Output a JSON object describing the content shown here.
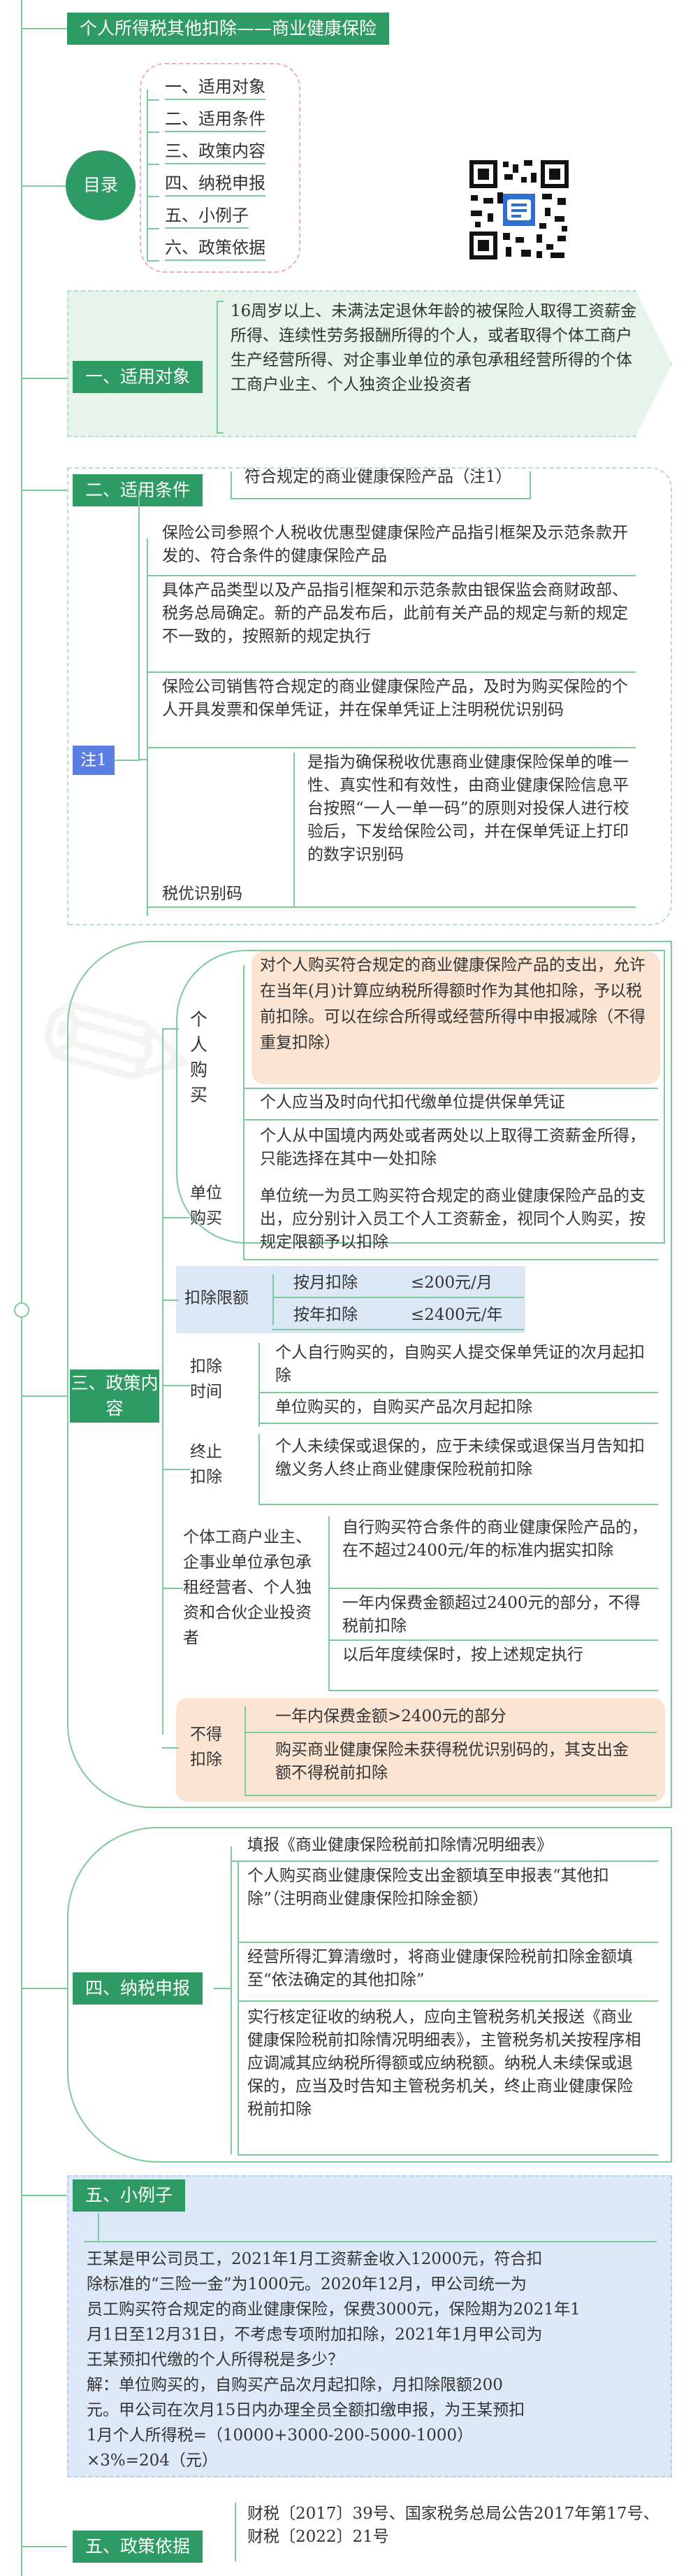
{
  "title": "个人所得税其他扣除——商业健康保险",
  "toc": {
    "label": "目录",
    "items": [
      "一、适用对象",
      "二、适用条件",
      "三、政策内容",
      "四、纳税申报",
      "五、小例子",
      "六、政策依据"
    ]
  },
  "s1": {
    "label": "一、适用对象",
    "text": "16周岁以上、未满法定退休年龄的被保险人取得工资薪金所得、连续性劳务报酬所得的个人，或者取得个体工商户生产经营所得、对企事业单位的承包承租经营所得的个体工商户业主、个人独资企业投资者"
  },
  "s2": {
    "label": "二、适用条件",
    "top": "符合规定的商业健康保险产品（注1）",
    "note_label": "注1",
    "n1": "保险公司参照个人税收优惠型健康保险产品指引框架及示范条款开发的、符合条件的健康保险产品",
    "n2": "具体产品类型以及产品指引框架和示范条款由银保监会商财政部、税务总局确定。新的产品发布后，此前有关产品的规定与新的规定不一致的，按照新的规定执行",
    "n3": "保险公司销售符合规定的商业健康保险产品，及时为购买保险的个人开具发票和保单凭证，并在保单凭证上注明税优识别码",
    "code_label": "税优识别码",
    "code_text": "是指为确保税收优惠商业健康保险保单的唯一性、真实性和有效性，由商业健康保险信息平台按照“一人一单一码”的原则对投保人进行校验后，下发给保险公司，并在保单凭证上打印的数字识别码"
  },
  "s3": {
    "label": "三、政策内容",
    "personal_label": "个人购买",
    "p1": "对个人购买符合规定的商业健康保险产品的支出，允许在当年(月)计算应纳税所得额时作为其他扣除，予以税前扣除。可以在综合所得或经营所得中申报减除（不得重复扣除）",
    "p2": "个人应当及时向代扣代缴单位提供保单凭证",
    "p3": "个人从中国境内两处或者两处以上取得工资薪金所得，只能选择在其中一处扣除",
    "unit_label": "单位购买",
    "u1": "单位统一为员工购买符合规定的商业健康保险产品的支出，应分别计入员工个人工资薪金，视同个人购买，按规定限额予以扣除",
    "limit_label": "扣除限额",
    "lim1_a": "按月扣除",
    "lim1_b": "≤200元/月",
    "lim2_a": "按年扣除",
    "lim2_b": "≤2400元/年",
    "time_label": "扣除时间",
    "t1": "个人自行购买的，自购买人提交保单凭证的次月起扣除",
    "t2": "单位购买的，自购买产品次月起扣除",
    "stop_label": "终止扣除",
    "s_text": "个人未续保或退保的，应于未续保或退保当月告知扣缴义务人终止商业健康保险税前扣除",
    "biz_label": "个体工商户业主、企事业单位承包承租经营者、个人独资和合伙企业投资者",
    "b1": "自行购买符合条件的商业健康保险产品的，在不超过2400元/年的标准内据实扣除",
    "b2": "一年内保费金额超过2400元的部分，不得税前扣除",
    "b3": "以后年度续保时，按上述规定执行",
    "nd_label": "不得扣除",
    "nd1": "一年内保费金额>2400元的部分",
    "nd2": "购买商业健康保险未获得税优识别码的，其支出金额不得税前扣除"
  },
  "s4": {
    "label": "四、纳税申报",
    "top": "填报《商业健康保险税前扣除情况明细表》",
    "a": "个人购买商业健康保险支出金额填至申报表“其他扣除”（注明商业健康保险扣除金额）",
    "b": "经营所得汇算清缴时，将商业健康保险税前扣除金额填至“依法确定的其他扣除”",
    "c": "实行核定征收的纳税人，应向主管税务机关报送《商业健康保险税前扣除情况明细表》，主管税务机关按程序相应调减其应纳税所得额或应纳税额。纳税人未续保或退保的，应当及时告知主管税务机关，终止商业健康保险税前扣除"
  },
  "s5": {
    "label": "五、小例子",
    "lines": [
      "王某是甲公司员工，2021年1月工资薪金收入12000元，符合扣",
      "除标准的“三险一金”为1000元。2020年12月，甲公司统一为",
      "员工购买符合规定的商业健康保险，保费3000元，保险期为2021年1",
      "月1日至12月31日，不考虑专项附加扣除，2021年1月甲公司为",
      "王某预扣代缴的个人所得税是多少？",
      "解：单位购买的，自购买产品次月起扣除，月扣除限额200",
      "元。甲公司在次月15日内办理全员全额扣缴申报，为王某预扣",
      "1月个人所得税=（10000+3000-200-5000-1000）",
      "×3%=204（元）"
    ]
  },
  "s6": {
    "label": "五、政策依据",
    "text": "财税〔2017〕39号、国家税务总局公告2017年第17号、财税〔2022〕21号"
  }
}
